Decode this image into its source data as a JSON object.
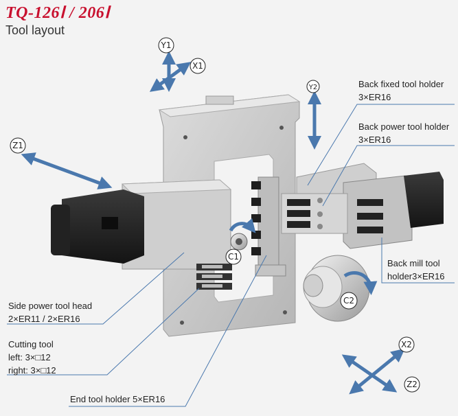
{
  "header": {
    "title": "TQ-126Ⅰ / 206Ⅰ",
    "subtitle": "Tool layout"
  },
  "axes": {
    "y1": "Y1",
    "x1": "X1",
    "y2": "Y2",
    "z1": "Z1",
    "c1": "C1",
    "c2": "C2",
    "x2": "X2",
    "z2": "Z2"
  },
  "callouts": {
    "back_fixed": {
      "line1": "Back fixed tool holder",
      "line2": "3×ER16"
    },
    "back_power": {
      "line1": "Back power tool holder",
      "line2": "3×ER16"
    },
    "back_mill": {
      "line1": "Back mill tool",
      "line2": "holder3×ER16"
    },
    "side_power": {
      "line1": "Side power tool head",
      "line2": "2×ER11 / 2×ER16"
    },
    "cutting_tool": {
      "line1": "Cutting tool",
      "line2": "left:  3×□12",
      "line3": "right:  3×□12"
    },
    "end_tool": {
      "line1": "End tool holder  5×ER16"
    }
  },
  "colors": {
    "title": "#c8102e",
    "arrow": "#4a78ad",
    "leader": "#4a78ad",
    "machine": "#c9c9c9",
    "motor": "#2b2b2b"
  }
}
